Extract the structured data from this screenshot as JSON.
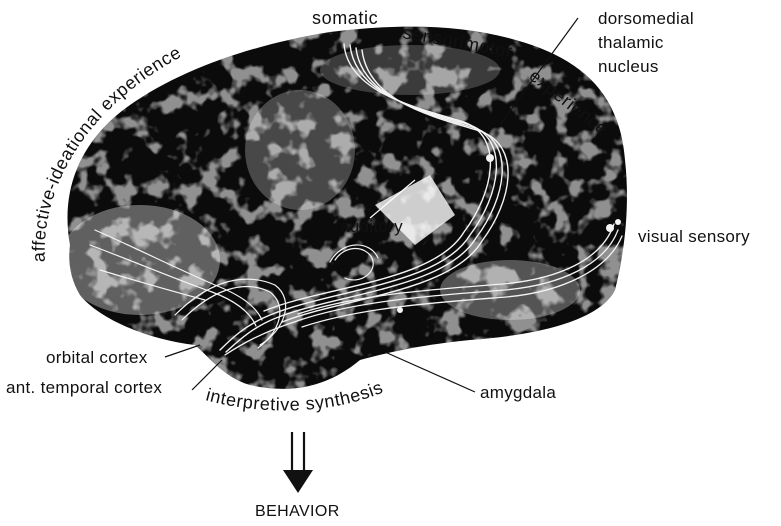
{
  "labels": {
    "arc_left": "affective-ideational experience",
    "arc_top_1": "somatic",
    "arc_top_2": "sensorimotor",
    "arc_top_3": "experience",
    "thalamic_1": "dorsomedial",
    "thalamic_2": "thalamic",
    "thalamic_3": "nucleus",
    "visual": "visual sensory",
    "auditory": "auditory",
    "orbital": "orbital cortex",
    "ant_temporal": "ant. temporal cortex",
    "interpretive": "interpretive synthesis",
    "amygdala": "amygdala",
    "behavior": "BEHAVIOR"
  },
  "colors": {
    "cortex_dark": "#0b0b0b",
    "cortex_mid": "#2a2a2a",
    "fibers": "#f4f4f4",
    "ink": "#111111",
    "background": "#ffffff"
  }
}
